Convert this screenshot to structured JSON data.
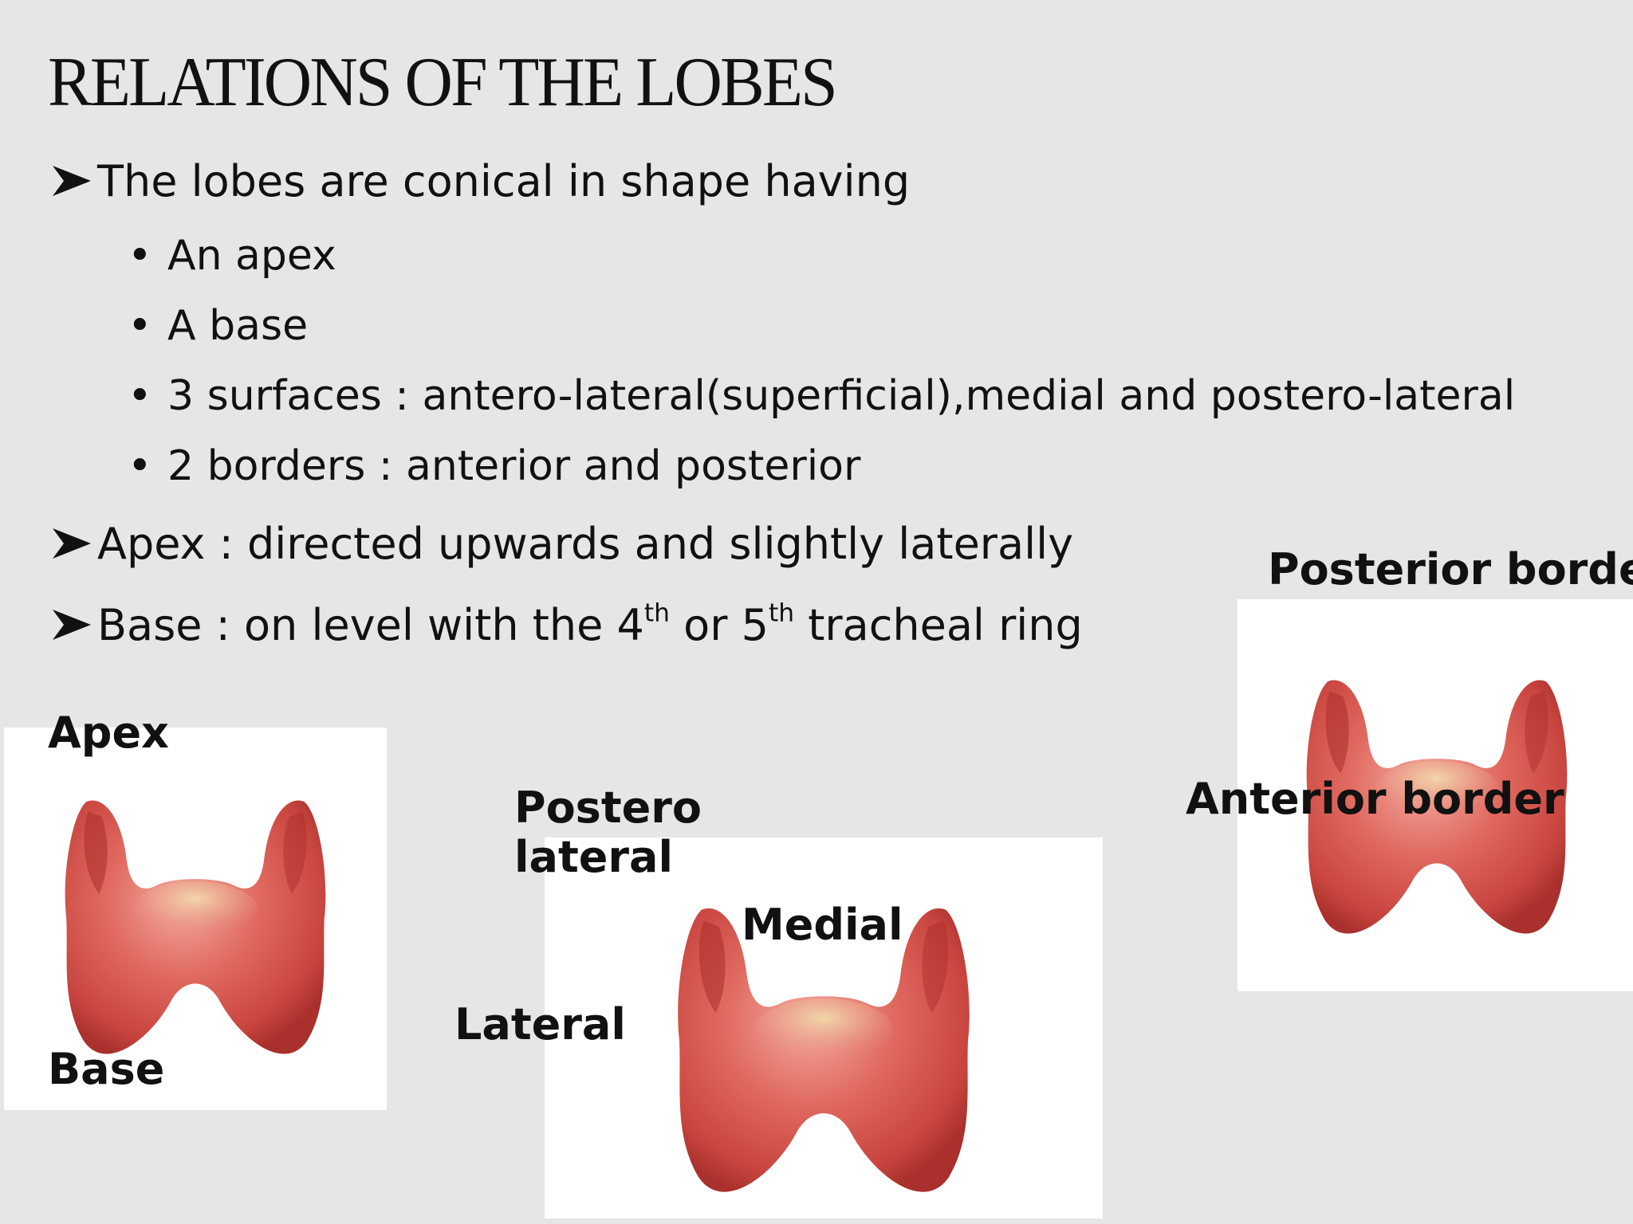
{
  "slide": {
    "title": "RELATIONS OF THE LOBES",
    "intro": "The lobes are conical in shape having",
    "features": [
      "An apex",
      "A base",
      "3 surfaces : antero-lateral(superficial),medial and postero-lateral",
      "2 borders : anterior and posterior"
    ],
    "apex_text": "Apex : directed upwards and slightly laterally",
    "base_text": {
      "part1": "Base : on level with the 4",
      "sup1": "th",
      "part2": " or 5",
      "sup2": "th",
      "part3": " tracheal ring"
    }
  },
  "images": {
    "left": {
      "label_apex": "Apex",
      "label_base": "Base"
    },
    "middle": {
      "label_postero": "Postero",
      "label_lateral_line2": "lateral",
      "label_medial": "Medial",
      "label_lateral": "Lateral"
    },
    "right": {
      "label_posterior_border": "Posterior border",
      "label_anterior_border": "Anterior border"
    }
  },
  "colors": {
    "background": "#e7e6e7",
    "gland": "#d9534f",
    "gland_light": "#ef8a80",
    "gland_dark": "#b83a35"
  }
}
